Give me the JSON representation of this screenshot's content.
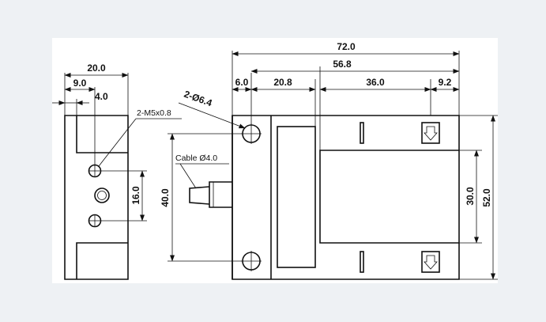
{
  "front_view": {
    "overall_width": "20.0",
    "hole_offset": "9.0",
    "step_offset": "4.0",
    "thread_callout": "2-M5x0.8",
    "thread_spacing": "16.0"
  },
  "side_view": {
    "overall_length": "72.0",
    "hole_to_end": "56.8",
    "hole_offset": "6.0",
    "window_width": "20.8",
    "slot_width": "36.0",
    "end_margin": "9.2",
    "mount_holes": "2-Ø6.4",
    "cable_callout": "Cable Ø4.0",
    "hole_spacing": "40.0",
    "slot_height": "30.0",
    "overall_height": "52.0"
  },
  "colors": {
    "page_background": "#eef1f4",
    "drawing_background": "#ffffff",
    "line_color": "#111111"
  }
}
